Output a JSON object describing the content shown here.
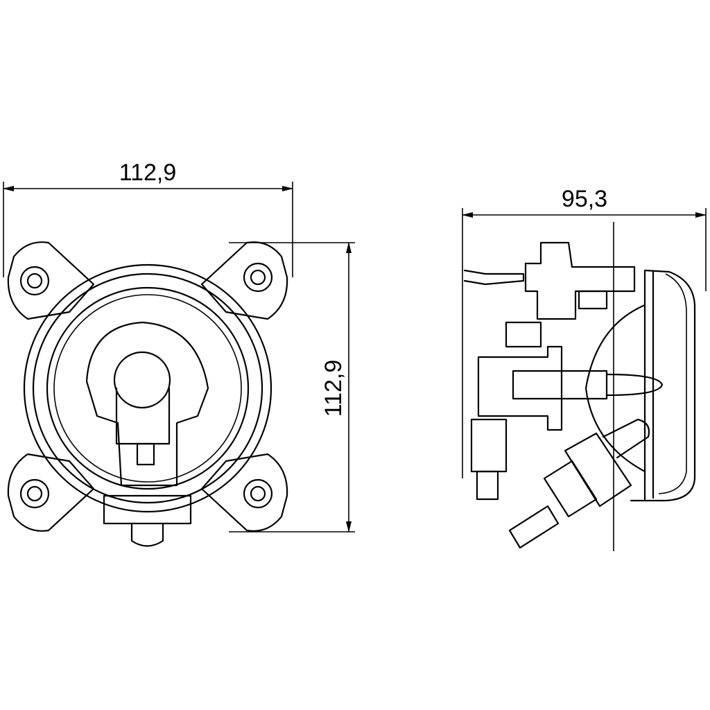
{
  "title": "Headlamp dimension drawing",
  "dimensions": {
    "front_width": "112,9",
    "front_height": "112,9",
    "side_depth": "95,3"
  },
  "colors": {
    "line": "#000000",
    "background": "#ffffff"
  }
}
